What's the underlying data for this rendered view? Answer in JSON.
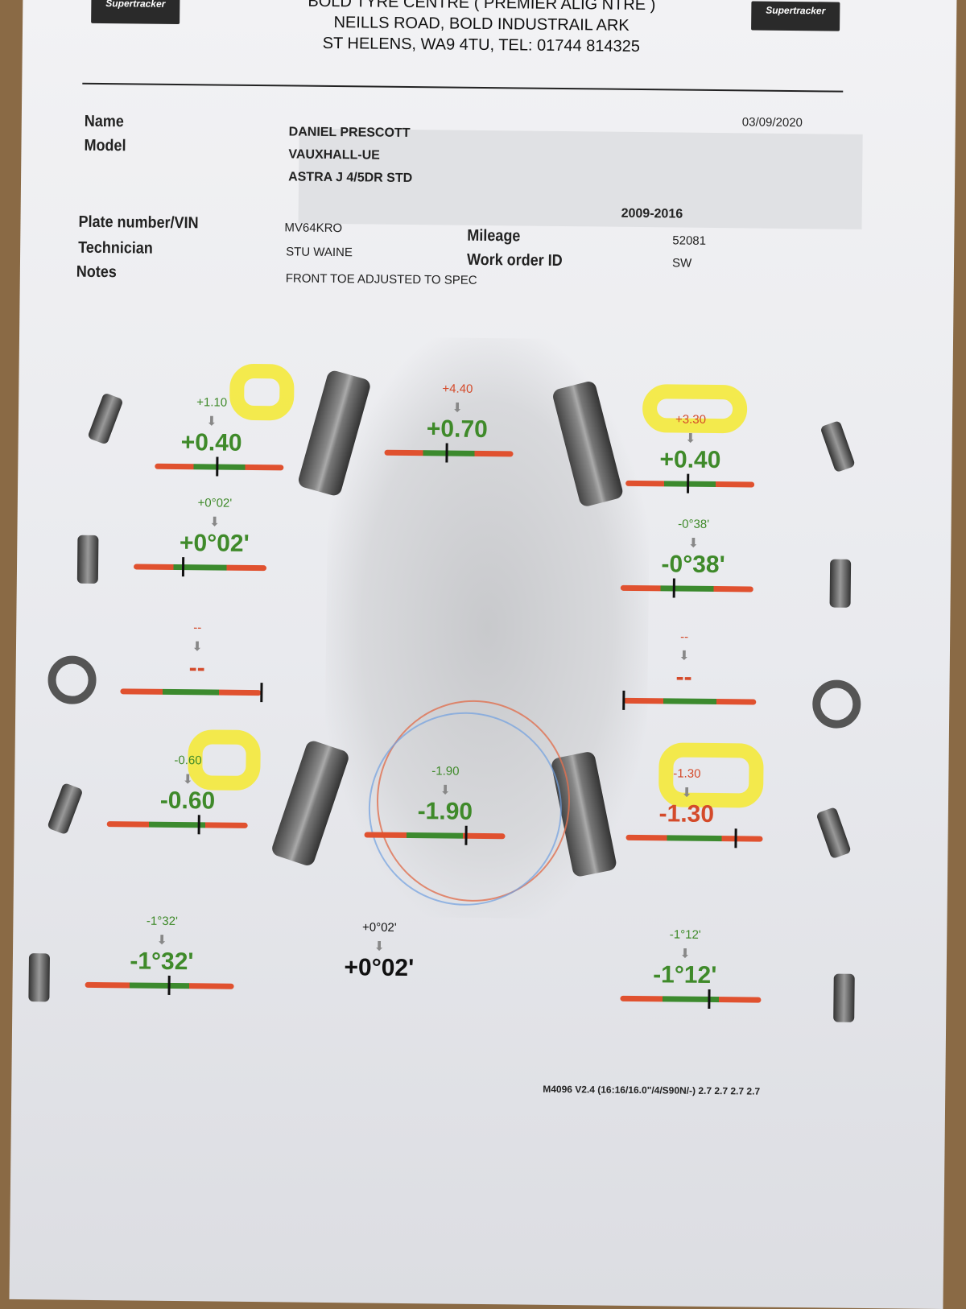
{
  "header": {
    "logo_left": "Supertracker",
    "logo_right": "Supertracker",
    "line1": "BOLD TYRE CENTRE ( PREMIER ALIG     NTRE )",
    "line2": "NEILLS ROAD, BOLD INDUSTRAIL ARK",
    "line3": "ST HELENS, WA9 4TU, TEL: 01744 814325"
  },
  "date": "03/09/2020",
  "fields": {
    "name_label": "Name",
    "model_label": "Model",
    "name": "DANIEL PRESCOTT",
    "make": "VAUXHALL-UE",
    "model": "ASTRA J 4/5DR STD",
    "years": "2009-2016",
    "plate_label": "Plate number/VIN",
    "plate": "MV64KRO",
    "technician_label": "Technician",
    "technician": "STU WAINE",
    "notes_label": "Notes",
    "notes": "FRONT TOE ADJUSTED TO SPEC",
    "mileage_label": "Mileage",
    "mileage": "52081",
    "work_order_label": "Work order ID",
    "work_order": "SW"
  },
  "front": {
    "left_toe": {
      "before": "+1.10",
      "after": "+0.40",
      "indicator": 0.48
    },
    "total_toe": {
      "before": "+4.40",
      "after": "+0.70",
      "indicator": 0.48
    },
    "right_toe": {
      "before": "+3.30",
      "after": "+0.40",
      "indicator": 0.48
    },
    "left_camber": {
      "before": "+0°02'",
      "after": "+0°02'",
      "indicator": 0.37
    },
    "right_camber": {
      "before": "-0°38'",
      "after": "-0°38'",
      "indicator": 0.4
    },
    "left_caster": {
      "before": "--",
      "after": "--",
      "indicator": 1.0
    },
    "right_caster": {
      "before": "--",
      "after": "--",
      "indicator": 0.0
    }
  },
  "rear": {
    "left_toe": {
      "before": "-0.60",
      "after": "-0.60",
      "indicator": 0.65
    },
    "total_toe": {
      "before": "-1.90",
      "after": "-1.90",
      "indicator": 0.72
    },
    "right_toe": {
      "before": "-1.30",
      "after": "-1.30",
      "indicator": 0.8
    },
    "left_camber": {
      "before": "-1°32'",
      "after": "-1°32'",
      "indicator": 0.56
    },
    "thrust_angle": {
      "before": "+0°02'",
      "after": "+0°02'"
    },
    "right_camber": {
      "before": "-1°12'",
      "after": "-1°12'",
      "indicator": 0.63
    }
  },
  "footer": "M4096 V2.4 (16:16/16.0\"/4/S90N/-) 2.7 2.7 2.7 2.7",
  "colors": {
    "in_spec": "#3f8a2a",
    "out_of_spec": "#d44a2a",
    "highlighter": "#f5e930"
  }
}
